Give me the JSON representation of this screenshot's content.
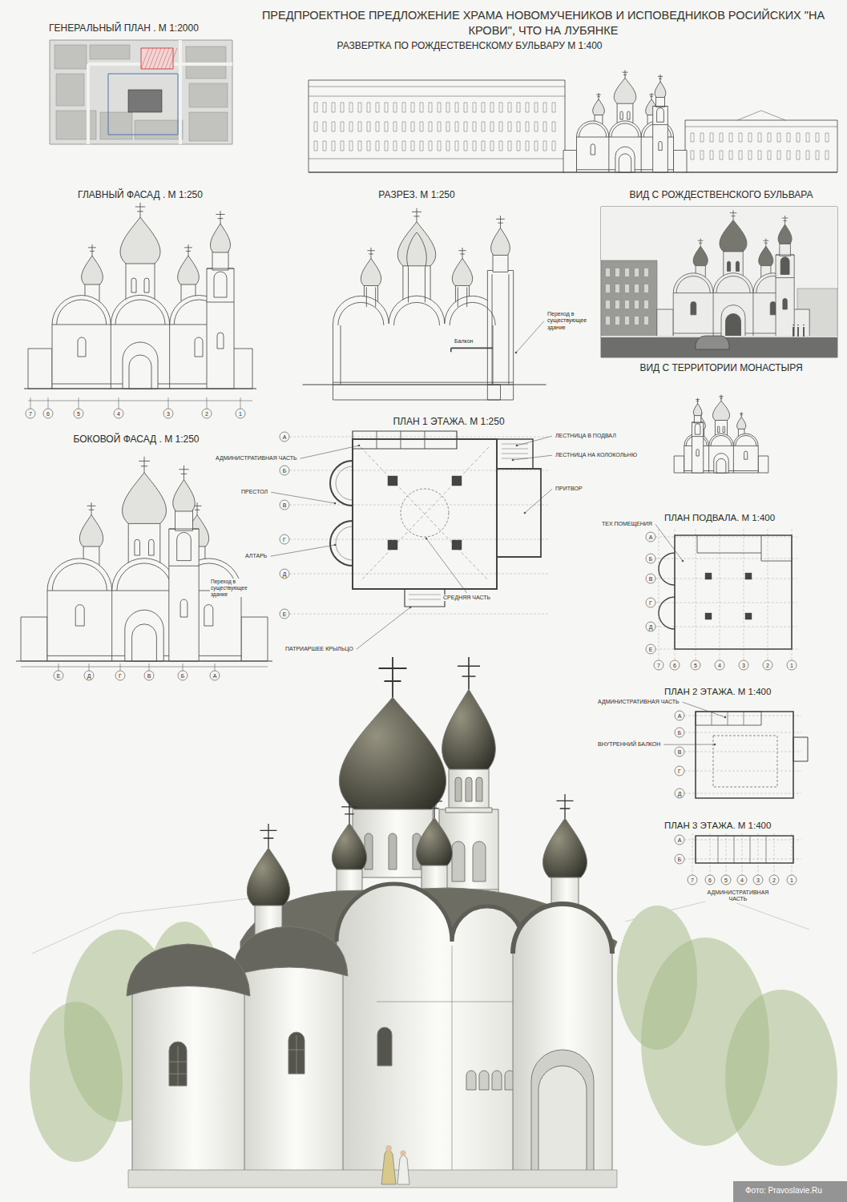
{
  "diagram": {
    "title": "ПРЕДПРОЕКТНОЕ ПРЕДЛОЖЕНИЕ ХРАМА НОВОМУЧЕНИКОВ И ИСПОВЕДНИКОВ РОСИЙСКИХ \"НА КРОВИ\", ЧТО НА ЛУБЯНКЕ",
    "labels": [
      "ГЕНЕРАЛЬНЫЙ ПЛАН . М 1:2000",
      "РАЗВЕРТКА ПО РОЖДЕСТВЕНСКОМУ БУЛЬВАРУ М 1:400",
      "ГЛАВНЫЙ ФАСАД . М 1:250",
      "РАЗРЕЗ. М 1:250",
      "ВИД С РОЖДЕСТВЕНСКОГО БУЛЬВАРА",
      "ВИД С ТЕРРИТОРИИ МОНАСТЫРЯ",
      "Балкон",
      "Переход в существующее здание",
      "7",
      "6",
      "5",
      "4",
      "3",
      "2",
      "1",
      "ПЛАН 1 ЭТАЖА. М 1:250",
      "АДМИНИСТРАТИВНАЯ ЧАСТЬ",
      "ЛЕСТНИЦА В ПОДВАЛ",
      "ЛЕСТНИЦА НА КОЛОКОЛЬНЮ",
      "ПРИТВОР",
      "ПРЕСТОЛ",
      "АЛТАРЬ",
      "СРЕДНЯЯ ЧАСТЬ",
      "ПАТРИАРШЕЕ КРЫЛЬЦО",
      "А",
      "Б",
      "В",
      "Г",
      "Д",
      "Е",
      "БОКОВОЙ ФАСАД . М 1:250",
      "Переход в существующее здание",
      "Е",
      "Д",
      "Г",
      "В",
      "Б",
      "А",
      "ПЛАН ПОДВАЛА. М 1:400",
      "ТЕХ ПОМЕЩЕНИЯ",
      "А",
      "Б",
      "В",
      "Г",
      "Д",
      "Е",
      "7",
      "6",
      "5",
      "4",
      "3",
      "2",
      "1",
      "ПЛАН 2 ЭТАЖА. М 1:400",
      "АДМИНИСТРАТИВНАЯ ЧАСТЬ",
      "ВНУТРЕННИЙ БАЛКОН",
      "А",
      "Б",
      "В",
      "Г",
      "Д",
      "ПЛАН 3 ЭТАЖА. М 1:400",
      "А",
      "Б",
      "7",
      "6",
      "5",
      "4",
      "3",
      "2",
      "1",
      "АДМИНИСТРАТИВНАЯ ЧАСТЬ",
      "Фото: Pravoslavie.Ru"
    ]
  }
}
